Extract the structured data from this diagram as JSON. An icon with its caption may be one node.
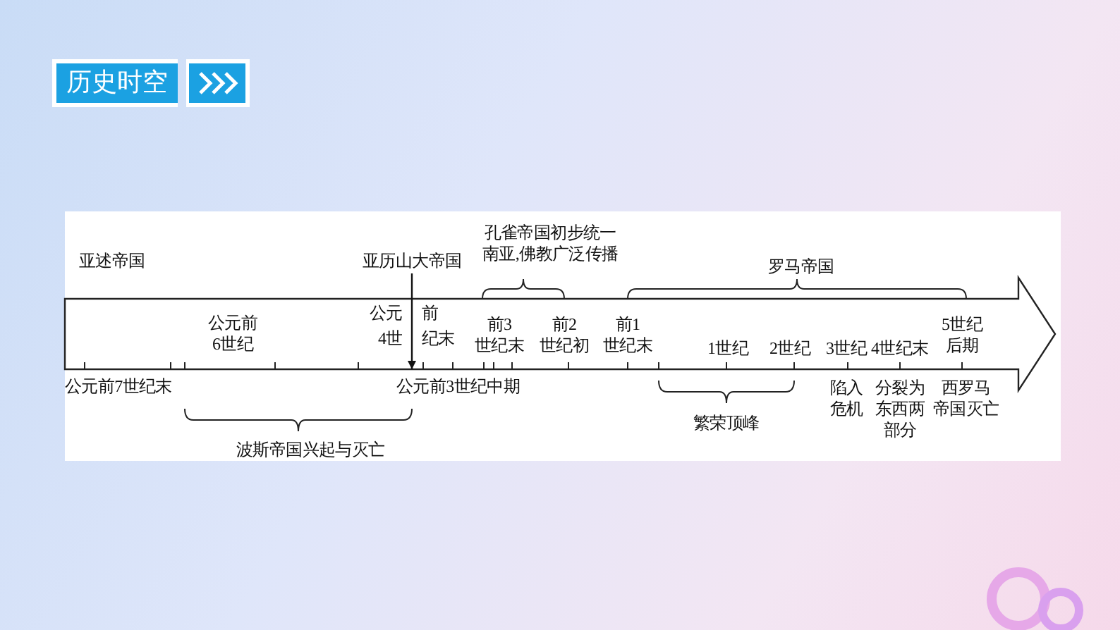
{
  "diagram": {
    "title": "历史时空",
    "nodes": [
      {
        "text": [
          "亚历山大帝国"
        ]
      },
      {
        "text": [],
        "shape": "bar"
      }
    ],
    "edges": [
      {
        "from": 0,
        "to": 1,
        "arrow": "to"
      }
    ],
    "labels": [
      "孔雀帝国初步统一南亚,佛教广泛传播",
      "亚述帝国",
      "罗马帝国",
      "公元前6世纪",
      "公元",
      "前",
      "4世",
      "纪末",
      "前3世纪末",
      "前2世纪初",
      "前1世纪末",
      "5世纪后期",
      "1世纪",
      "2世纪",
      "3世纪",
      "4世纪末",
      "公元前7世纪末",
      "公元前3世纪中期",
      "繁荣顶峰",
      "陷入危机",
      "分裂为东西两部分",
      "西罗马帝国灭亡",
      "波斯帝国兴起与灭亡"
    ]
  }
}
